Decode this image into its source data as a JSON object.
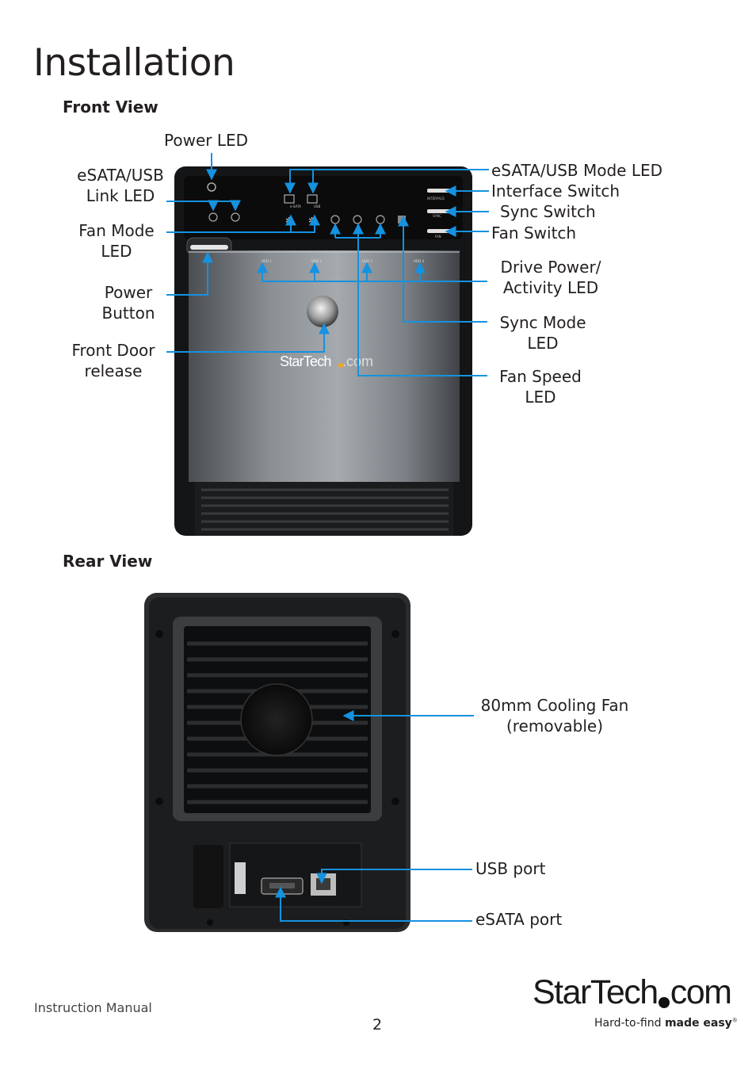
{
  "page": {
    "title": "Installation",
    "front_view_heading": "Front View",
    "rear_view_heading": "Rear View",
    "footer_left": "Instruction Manual",
    "page_number": "2",
    "brand": "StarTech",
    "brand_suffix": "com",
    "tagline_regular": "Hard-to-find ",
    "tagline_bold": "made easy",
    "tagline_mark": "®"
  },
  "front_labels": {
    "power_led": "Power LED",
    "esata_usb_link_led_1": "eSATA/USB",
    "esata_usb_link_led_2": "Link LED",
    "fan_mode_led_1": "Fan Mode",
    "fan_mode_led_2": "LED",
    "power_button_1": "Power",
    "power_button_2": "Button",
    "front_door_1": "Front Door",
    "front_door_2": "release",
    "esata_usb_mode_led": "eSATA/USB Mode LED",
    "interface_switch": "Interface Switch",
    "sync_switch": "Sync Switch",
    "fan_switch": "Fan Switch",
    "drive_power_1": "Drive Power/",
    "drive_power_2": "Activity LED",
    "sync_mode_1": "Sync Mode",
    "sync_mode_2": "LED",
    "fan_speed_1": "Fan Speed",
    "fan_speed_2": "LED"
  },
  "device_front": {
    "hdd_labels": [
      "HDD 1",
      "HDD 2",
      "HDD 3",
      "HDD 4"
    ],
    "switch_labels": [
      "INTERFACE",
      "SYNC",
      "FAN"
    ],
    "logo": "StarTech",
    "logo_suffix": ".com",
    "port_labels": [
      "e-SATA",
      "USB"
    ]
  },
  "rear_labels": {
    "cooling_fan_1": "80mm Cooling Fan",
    "cooling_fan_2": "(removable)",
    "usb_port": "USB port",
    "esata_port": "eSATA port"
  },
  "colors": {
    "callout": "#1592e0",
    "text": "#231f20"
  }
}
